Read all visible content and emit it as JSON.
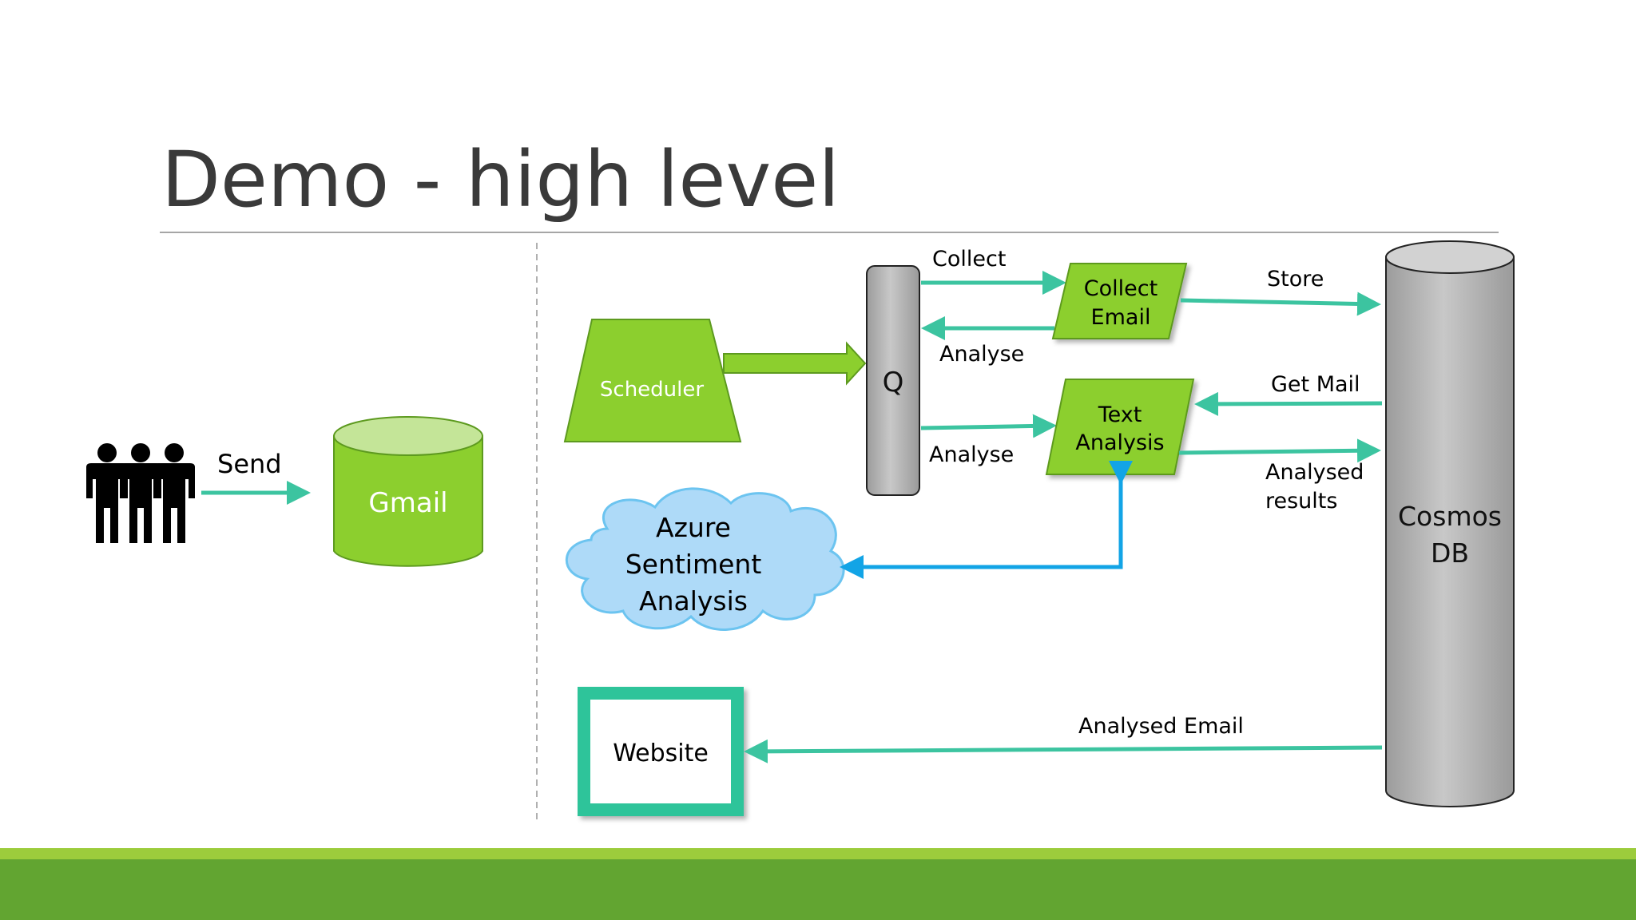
{
  "slide": {
    "title": "Demo - high level"
  },
  "colors": {
    "flow_arrow": "#3cc4a0",
    "azure_arrow": "#12a4e6",
    "green_fill": "#8ccf2e",
    "green_dark": "#5d9a1f",
    "cloud_fill": "#aedaf8",
    "cloud_stroke": "#6cc4f0",
    "db_gray": "#b4b4b4",
    "website_border": "#2fc49a",
    "footer_light": "#9ccc3c",
    "footer_dark": "#62a531"
  },
  "nodes": {
    "people": {
      "icon": "people-icon"
    },
    "gmail": "Gmail",
    "scheduler": "Scheduler",
    "queue": "Q",
    "collect_email": [
      "Collect",
      "Email"
    ],
    "text_analysis": [
      "Text",
      "Analysis"
    ],
    "azure": [
      "Azure",
      "Sentiment",
      "Analysis"
    ],
    "cosmos": [
      "Cosmos",
      "DB"
    ],
    "website": "Website"
  },
  "edges": {
    "send": "Send",
    "collect": "Collect",
    "analyse_back": "Analyse",
    "analyse_forward": "Analyse",
    "store": "Store",
    "get_mail": "Get Mail",
    "analysed_results": [
      "Analysed",
      "results"
    ],
    "analysed_email": "Analysed Email"
  }
}
